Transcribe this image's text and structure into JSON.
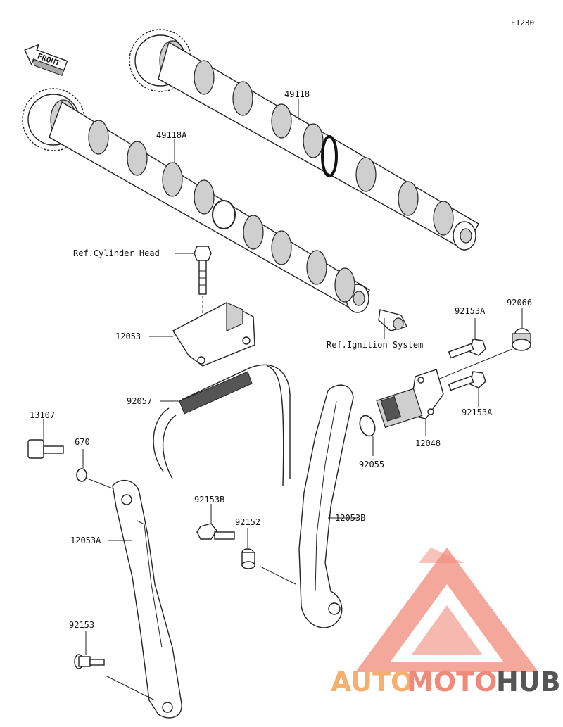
{
  "diagram_code": "E1230",
  "direction_label": "FRONT",
  "parts": {
    "camshaft_exhaust": "49118",
    "camshaft_intake": "49118A",
    "ref_cylinder_head": "Ref.Cylinder Head",
    "ref_ignition": "Ref.Ignition System",
    "guide_upper": "12053",
    "chain": "92057",
    "bolt_13107": "13107",
    "oring_670": "670",
    "guide_12053a": "12053A",
    "bolt_92153": "92153",
    "bolt_92153b": "92153B",
    "collar_92152": "92152",
    "guide_12053b": "12053B",
    "bolt_92153a_top": "92153A",
    "bolt_92153a_bottom": "92153A",
    "plug_92066": "92066",
    "tensioner_12048": "12048",
    "oring_92055": "92055"
  },
  "watermark": {
    "part1": "AUTO",
    "part2": "MOTO",
    "part3": "HUB",
    "color_primary": "#f08a7a",
    "color_secondary": "#f5b7a4",
    "color_dark": "#555555"
  }
}
